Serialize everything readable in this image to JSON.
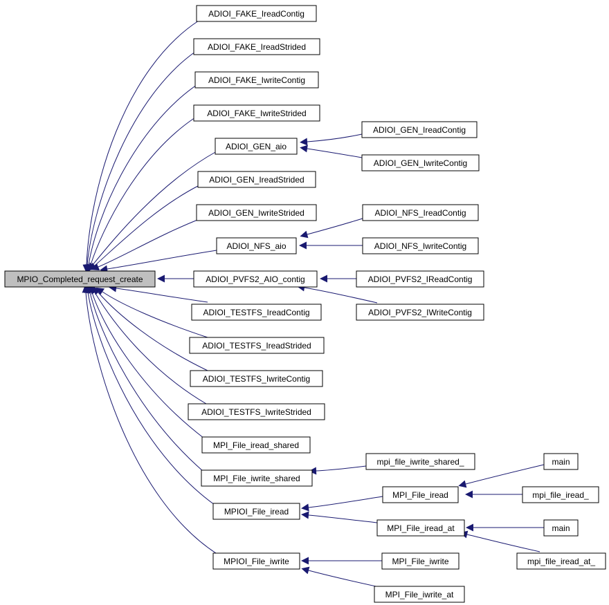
{
  "graph": {
    "edge_color": "#191970",
    "root_fill": "#bfbfbf",
    "nodes": {
      "root": "MPIO_Completed_request_create",
      "fake_ireadcontig": "ADIOI_FAKE_IreadContig",
      "fake_ireadstrided": "ADIOI_FAKE_IreadStrided",
      "fake_iwritecontig": "ADIOI_FAKE_IwriteContig",
      "fake_iwritestrided": "ADIOI_FAKE_IwriteStrided",
      "gen_aio": "ADIOI_GEN_aio",
      "gen_ireadstrided": "ADIOI_GEN_IreadStrided",
      "gen_iwritestrided": "ADIOI_GEN_IwriteStrided",
      "nfs_aio": "ADIOI_NFS_aio",
      "pvfs2_aio_contig": "ADIOI_PVFS2_AIO_contig",
      "testfs_ireadcontig": "ADIOI_TESTFS_IreadContig",
      "testfs_ireadstrided": "ADIOI_TESTFS_IreadStrided",
      "testfs_iwritecontig": "ADIOI_TESTFS_IwriteContig",
      "testfs_iwritestrided": "ADIOI_TESTFS_IwriteStrided",
      "mpi_file_iread_shared": "MPI_File_iread_shared",
      "mpi_file_iwrite_shared": "MPI_File_iwrite_shared",
      "mpioi_file_iread": "MPIOI_File_iread",
      "mpioi_file_iwrite": "MPIOI_File_iwrite",
      "gen_ireadcontig": "ADIOI_GEN_IreadContig",
      "gen_iwritecontig": "ADIOI_GEN_IwriteContig",
      "nfs_ireadcontig": "ADIOI_NFS_IreadContig",
      "nfs_iwritecontig": "ADIOI_NFS_IwriteContig",
      "pvfs2_ireadcontig": "ADIOI_PVFS2_IReadContig",
      "pvfs2_iwritecontig": "ADIOI_PVFS2_IWriteContig",
      "mpi_file_iwrite_shared_f": "mpi_file_iwrite_shared_",
      "mpi_file_iread": "MPI_File_iread",
      "mpi_file_iread_at": "MPI_File_iread_at",
      "mpi_file_iwrite": "MPI_File_iwrite",
      "mpi_file_iwrite_at": "MPI_File_iwrite_at",
      "main_1": "main",
      "mpi_file_iread_f": "mpi_file_iread_",
      "main_2": "main",
      "mpi_file_iread_at_f": "mpi_file_iread_at_"
    }
  }
}
